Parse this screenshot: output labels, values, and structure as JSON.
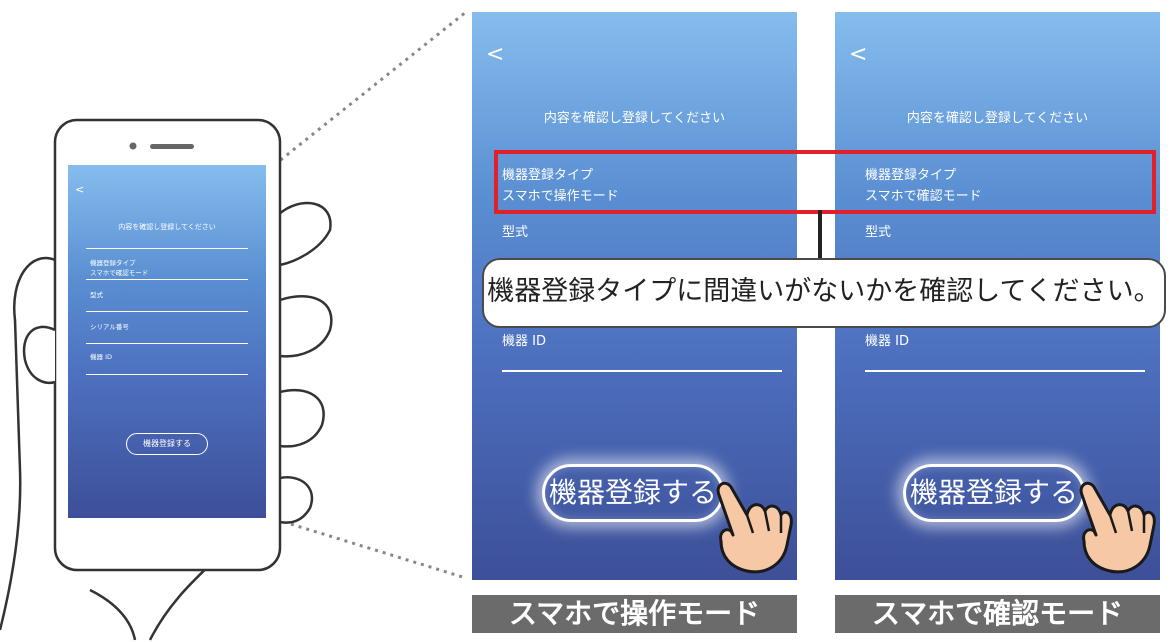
{
  "small_phone": {
    "back": "<",
    "header": "内容を確認し登録してください",
    "type_label": "機器登録タイプ",
    "type_value": "スマホで確認モード",
    "model_label": "型式",
    "serial_label": "シリアル番号",
    "device_id_label": "機器 ID",
    "register_button": "機器登録する"
  },
  "panel_left": {
    "back": "<",
    "header": "内容を確認し登録してください",
    "type_label": "機器登録タイプ",
    "type_value": "スマホで操作モード",
    "model_label": "型式",
    "device_id_label": "機器 ID",
    "register_button": "機器登録する",
    "caption": "スマホで操作モード"
  },
  "panel_right": {
    "back": "<",
    "header": "内容を確認し登録してください",
    "type_label": "機器登録タイプ",
    "type_value": "スマホで確認モード",
    "model_label": "型式",
    "device_id_label": "機器 ID",
    "register_button": "機器登録する",
    "caption": "スマホで確認モード"
  },
  "callout": "機器登録タイプに間違いがないかを確認してください。",
  "colors": {
    "highlight": "#e0212b",
    "caption_bg": "#6b6b6b",
    "screen_top": "#86bdee",
    "screen_bottom": "#3d4f98"
  }
}
